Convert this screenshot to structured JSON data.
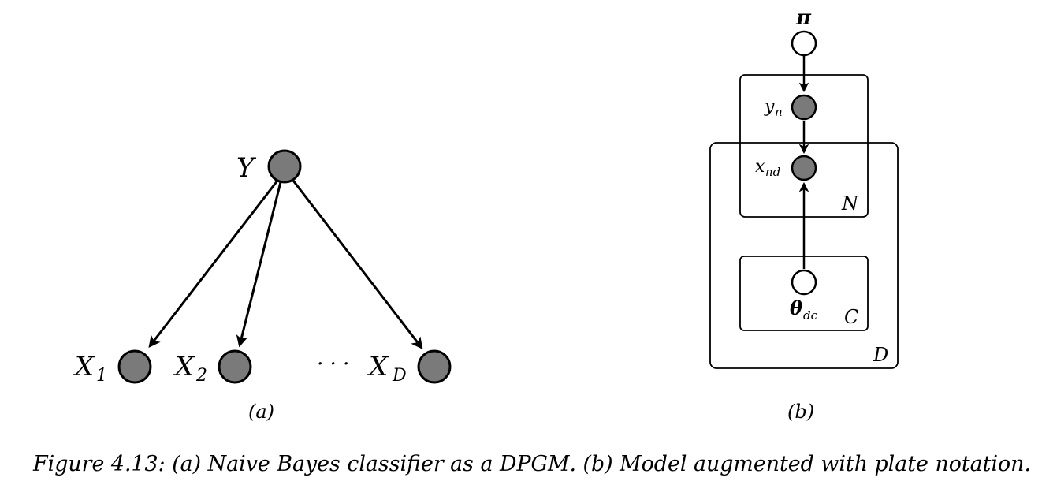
{
  "panel_a": {
    "label": "(a)",
    "nodes": {
      "y": {
        "main": "Y"
      },
      "x1": {
        "main": "X",
        "sub": "1"
      },
      "x2": {
        "main": "X",
        "sub": "2"
      },
      "ellipsis": "· · ·",
      "xd": {
        "main": "X",
        "sub": "D"
      }
    }
  },
  "panel_b": {
    "label": "(b)",
    "nodes": {
      "pi": {
        "main": "π"
      },
      "yn": {
        "main": "y",
        "sub": "n"
      },
      "xnd": {
        "main": "x",
        "sub": "nd"
      },
      "theta": {
        "main": "θ",
        "sub": "dc"
      }
    },
    "plates": {
      "n": "N",
      "c": "C",
      "d": "D"
    }
  },
  "caption": "Figure 4.13: (a) Naive Bayes classifier as a DPGM. (b) Model augmented with plate notation.",
  "colors": {
    "observed_node_fill": "#7a7a7a",
    "latent_node_fill": "#ffffff",
    "stroke": "#000000"
  }
}
